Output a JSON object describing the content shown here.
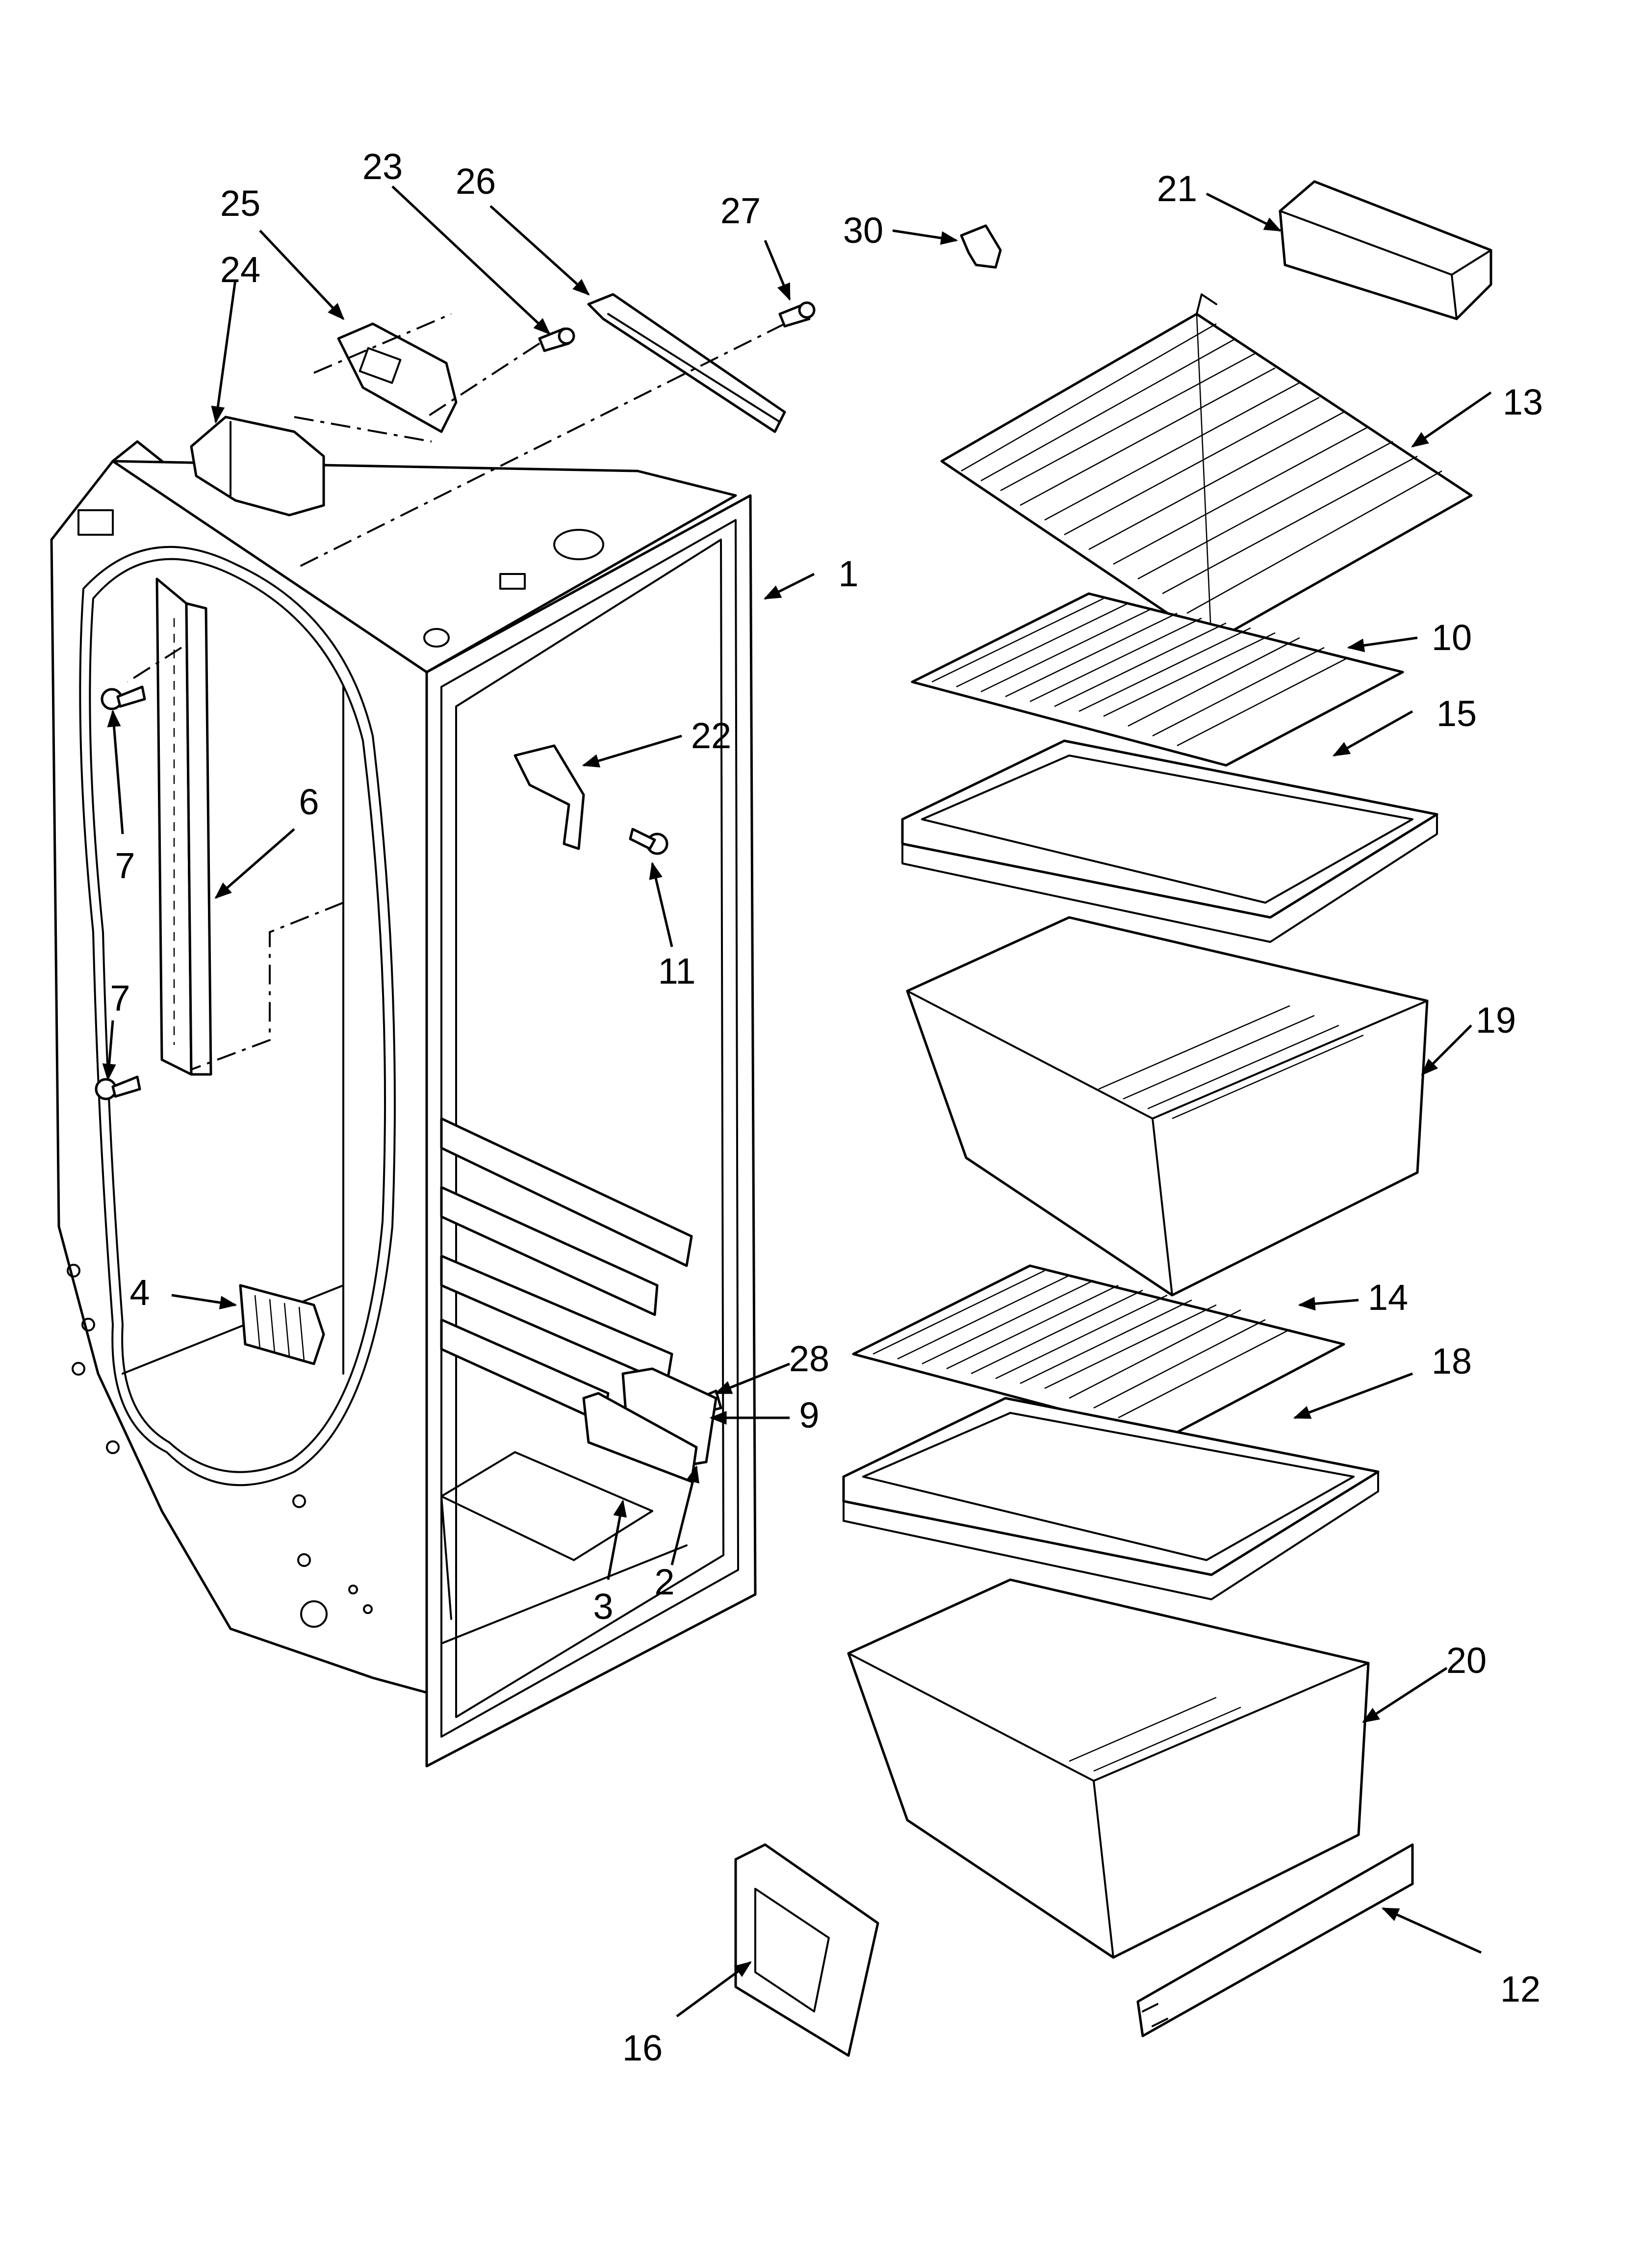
{
  "diagram": {
    "callouts": [
      {
        "id": "c1",
        "label": "1"
      },
      {
        "id": "c2",
        "label": "2"
      },
      {
        "id": "c3",
        "label": "3"
      },
      {
        "id": "c4",
        "label": "4"
      },
      {
        "id": "c6",
        "label": "6"
      },
      {
        "id": "c7a",
        "label": "7"
      },
      {
        "id": "c7b",
        "label": "7"
      },
      {
        "id": "c9",
        "label": "9"
      },
      {
        "id": "c10",
        "label": "10"
      },
      {
        "id": "c11",
        "label": "11"
      },
      {
        "id": "c12",
        "label": "12"
      },
      {
        "id": "c13",
        "label": "13"
      },
      {
        "id": "c14",
        "label": "14"
      },
      {
        "id": "c15",
        "label": "15"
      },
      {
        "id": "c16",
        "label": "16"
      },
      {
        "id": "c18",
        "label": "18"
      },
      {
        "id": "c19",
        "label": "19"
      },
      {
        "id": "c20",
        "label": "20"
      },
      {
        "id": "c21",
        "label": "21"
      },
      {
        "id": "c22",
        "label": "22"
      },
      {
        "id": "c23",
        "label": "23"
      },
      {
        "id": "c24",
        "label": "24"
      },
      {
        "id": "c25",
        "label": "25"
      },
      {
        "id": "c26",
        "label": "26"
      },
      {
        "id": "c27",
        "label": "27"
      },
      {
        "id": "c28",
        "label": "28"
      },
      {
        "id": "c30",
        "label": "30"
      }
    ]
  }
}
